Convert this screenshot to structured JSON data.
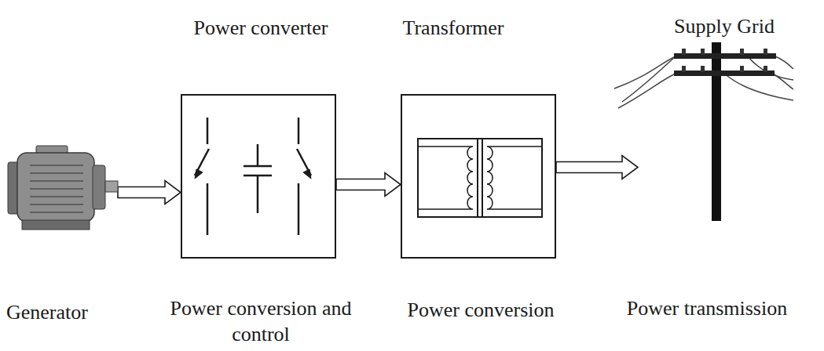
{
  "diagram": {
    "nodes": [
      {
        "text": [
          "Generator"
        ]
      },
      {
        "text": [
          "Power converter",
          "Power conversion and control"
        ]
      },
      {
        "text": [
          "Transformer",
          "Power conversion"
        ]
      },
      {
        "text": [
          "Supply Grid",
          "Power transmission"
        ]
      }
    ],
    "edges": [
      {
        "from": 0,
        "to": 1,
        "arrow": "to"
      },
      {
        "from": 1,
        "to": 2,
        "arrow": "to"
      },
      {
        "from": 2,
        "to": 3,
        "arrow": "to"
      }
    ]
  }
}
